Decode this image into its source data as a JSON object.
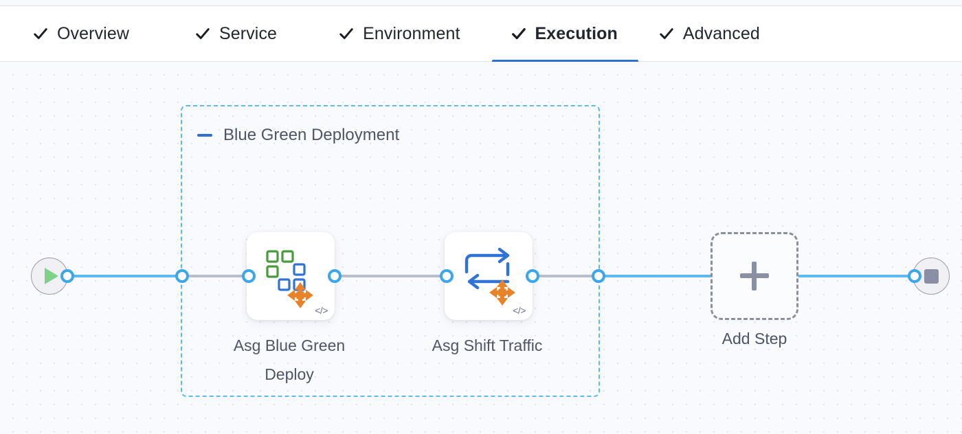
{
  "tabs": [
    {
      "label": "Overview",
      "icon": "check-icon",
      "active": false
    },
    {
      "label": "Service",
      "icon": "check-icon",
      "active": false
    },
    {
      "label": "Environment",
      "icon": "check-icon",
      "active": false
    },
    {
      "label": "Execution",
      "icon": "check-icon",
      "active": true
    },
    {
      "label": "Advanced",
      "icon": "check-icon",
      "active": false
    }
  ],
  "canvas": {
    "start_node": {
      "name": "pipeline-start",
      "icon": "play-icon"
    },
    "end_node": {
      "name": "pipeline-end",
      "icon": "stop-icon"
    },
    "group": {
      "title": "Blue Green Deployment",
      "collapse_icon": "minus-icon",
      "border_color": "#5cbaf0"
    },
    "steps": [
      {
        "label": "Asg Blue Green Deploy",
        "icon": "asg-blue-green-deploy-icon",
        "code_badge": "</>"
      },
      {
        "label": "Asg Shift Traffic",
        "icon": "asg-shift-traffic-icon",
        "code_badge": "</>"
      }
    ],
    "add_step": {
      "label": "Add Step",
      "icon": "plus-icon"
    }
  },
  "colors": {
    "accent_blue": "#2d72cc",
    "connector_blue": "#5cbaf0",
    "group_dashed": "#5cbaf0",
    "dashed_gray": "#b9bcc9",
    "canvas_bg": "#f9fafd",
    "text": "#4f5566",
    "icon_green": "#4a9b3f",
    "icon_blue": "#2f72d8",
    "icon_orange": "#e8832a"
  }
}
